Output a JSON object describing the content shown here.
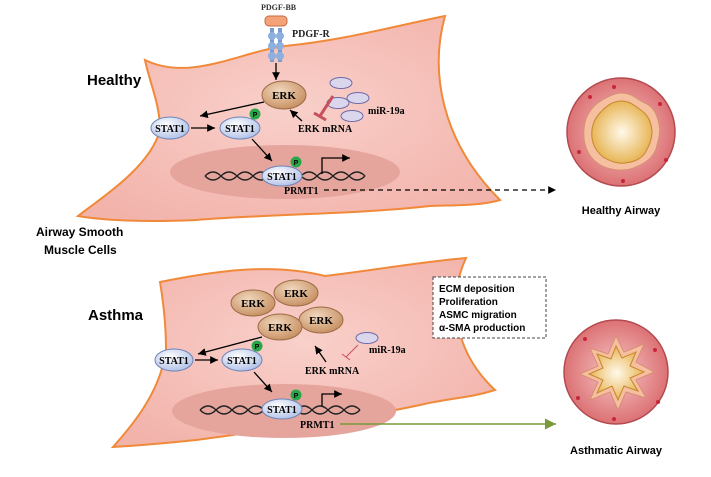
{
  "labels": {
    "healthy": "Healthy",
    "asthma": "Asthma",
    "cells_line1": "Airway Smooth",
    "cells_line2": "Muscle Cells",
    "healthy_airway": "Healthy Airway",
    "asthmatic_airway": "Asthmatic Airway",
    "ligand": "PDGF-BB",
    "receptor": "PDGF-R"
  },
  "healthy_panel": {
    "erk": "ERK",
    "stat1_left": "STAT1",
    "stat1_mid": "STAT1",
    "stat1_nuc": "STAT1",
    "phospho": "P",
    "erk_mrna": "ERK mRNA",
    "mir": "miR-19a",
    "prmt1": "PRMT1"
  },
  "asthma_panel": {
    "erk": [
      "ERK",
      "ERK",
      "ERK",
      "ERK"
    ],
    "stat1_left": "STAT1",
    "stat1_mid": "STAT1",
    "stat1_nuc": "STAT1",
    "phospho": "P",
    "erk_mrna": "ERK mRNA",
    "mir": "miR-19a",
    "prmt1": "PRMT1"
  },
  "outcomes": [
    "ECM deposition",
    "Proliferation",
    "ASMC migration",
    "α-SMA production"
  ],
  "colors": {
    "cell_fill": "#f6c4bd",
    "cell_stroke": "#f08a3a",
    "nucleus": "#e8a9a2",
    "stat1": "#c9d5ef",
    "erk": "#d6a57c",
    "phospho": "#2aa64a",
    "asthma_arrow": "#7a9a3a"
  }
}
